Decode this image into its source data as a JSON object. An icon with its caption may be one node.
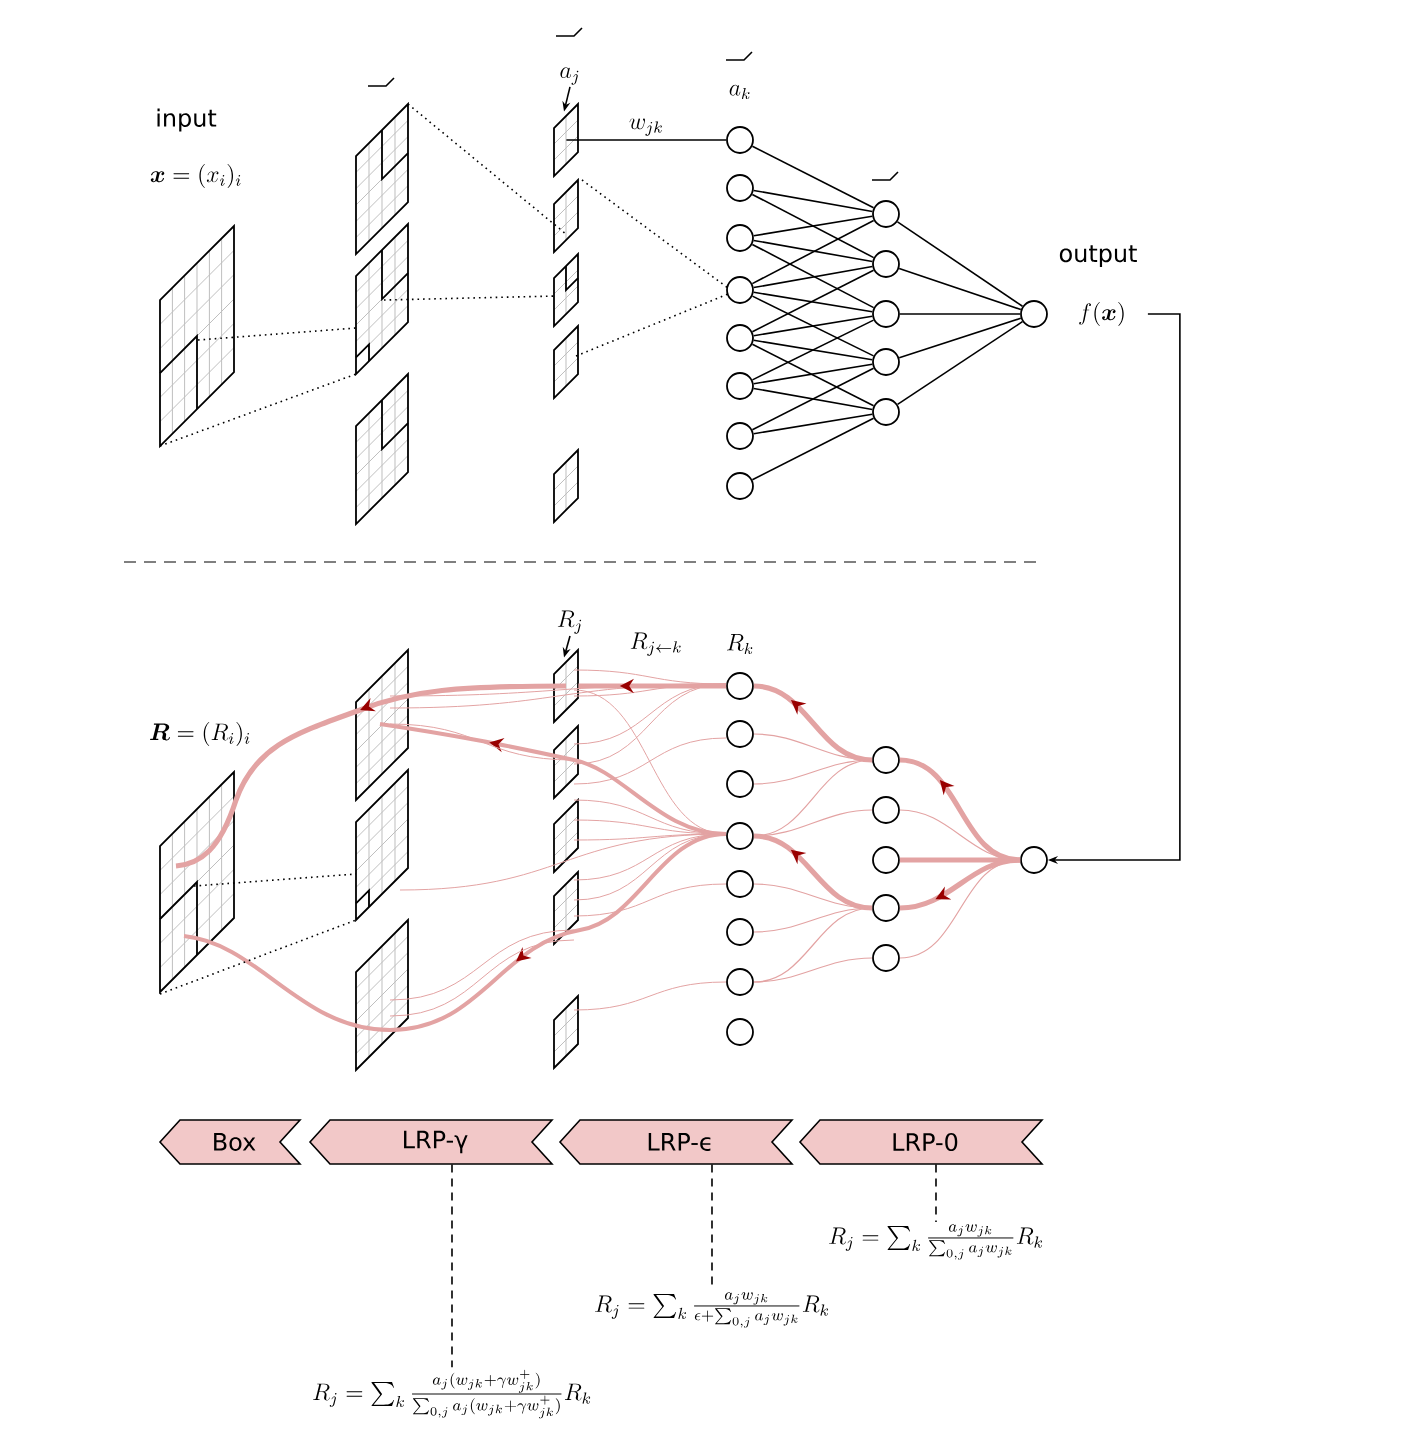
{
  "diagram": {
    "nodes": [
      {
        "text": [
          "a_j"
        ]
      },
      {
        "text": [],
        "shape": "box"
      },
      {
        "text": [],
        "shape": "circle"
      },
      {
        "text": [],
        "shape": "circle"
      },
      {
        "text": [],
        "shape": "circle"
      },
      {
        "text": [],
        "shape": "circle"
      },
      {
        "text": [],
        "shape": "circle"
      },
      {
        "text": [],
        "shape": "circle"
      },
      {
        "text": [],
        "shape": "circle"
      },
      {
        "text": [],
        "shape": "circle"
      },
      {
        "text": [],
        "shape": "circle"
      },
      {
        "text": [],
        "shape": "circle"
      },
      {
        "text": [],
        "shape": "circle"
      },
      {
        "text": [],
        "shape": "circle"
      },
      {
        "text": [],
        "shape": "circle"
      },
      {
        "text": [],
        "shape": "circle",
        "beside": [
          "output",
          "f(\\boldsymbol{x})"
        ]
      },
      {
        "text": [
          "R_j"
        ]
      },
      {
        "text": [],
        "shape": "box"
      },
      {
        "text": [],
        "shape": "circle"
      },
      {
        "text": [],
        "shape": "circle"
      },
      {
        "text": [],
        "shape": "circle"
      },
      {
        "text": [],
        "shape": "circle"
      },
      {
        "text": [],
        "shape": "circle"
      },
      {
        "text": [],
        "shape": "circle"
      },
      {
        "text": [],
        "shape": "circle"
      },
      {
        "text": [],
        "shape": "circle"
      },
      {
        "text": [],
        "shape": "circle"
      },
      {
        "text": [],
        "shape": "circle"
      },
      {
        "text": [],
        "shape": "circle"
      },
      {
        "text": [],
        "shape": "circle"
      },
      {
        "text": [],
        "shape": "circle"
      },
      {
        "text": [],
        "shape": "circle"
      },
      {
        "text": [
          "Box"
        ]
      },
      {
        "text": [
          "LRP-γ"
        ]
      },
      {
        "text": [
          "LRP-ϵ"
        ]
      },
      {
        "text": [
          "LRP-0"
        ]
      },
      {
        "text": [
          "R_j = \\sum_k \\frac{a_j w_{jk}}{\\sum_{0,j} a_j w_{jk}} R_k"
        ]
      },
      {
        "text": [
          "R_j = \\sum_k \\frac{a_j w_{jk}}{\\epsilon + \\sum_{0,j} a_j w_{jk}} R_k"
        ]
      },
      {
        "text": [
          "R_j = \\sum_k \\frac{a_j (w_{jk} + \\gamma w_{jk}^{+})}{\\sum_{0,j} a_j (w_{jk} + \\gamma w_{jk}^{+})} R_k"
        ]
      },
      {
        "text": [],
        "shape": "box"
      },
      {
        "text": [],
        "shape": "box"
      },
      {
        "text": [],
        "shape": "box"
      },
      {
        "text": [],
        "shape": "box"
      },
      {
        "text": [],
        "shape": "box"
      },
      {
        "text": [],
        "shape": "box"
      },
      {
        "text": [],
        "shape": "box"
      },
      {
        "text": [],
        "shape": "box"
      },
      {
        "text": [],
        "shape": "box"
      },
      {
        "text": [],
        "shape": "box"
      },
      {
        "text": [],
        "shape": "box"
      },
      {
        "text": [],
        "shape": "box"
      },
      {
        "text": [],
        "shape": "box"
      },
      {
        "text": [],
        "shape": "box"
      },
      {
        "text": [],
        "shape": "box"
      },
      {
        "text": [],
        "shape": "box"
      }
    ],
    "edges": [
      {
        "from": 0,
        "to": 1,
        "arrow": "to"
      },
      {
        "from": 1,
        "to": 2,
        "arrow": "none",
        "label": "w_{jk}"
      },
      {
        "from": 2,
        "to": 10,
        "arrow": "none"
      },
      {
        "from": 3,
        "to": 10,
        "arrow": "none"
      },
      {
        "from": 3,
        "to": 11,
        "arrow": "none"
      },
      {
        "from": 4,
        "to": 10,
        "arrow": "none"
      },
      {
        "from": 4,
        "to": 11,
        "arrow": "none"
      },
      {
        "from": 4,
        "to": 12,
        "arrow": "none"
      },
      {
        "from": 5,
        "to": 10,
        "arrow": "none"
      },
      {
        "from": 5,
        "to": 11,
        "arrow": "none"
      },
      {
        "from": 5,
        "to": 12,
        "arrow": "none"
      },
      {
        "from": 5,
        "to": 13,
        "arrow": "none"
      },
      {
        "from": 6,
        "to": 11,
        "arrow": "none"
      },
      {
        "from": 6,
        "to": 12,
        "arrow": "none"
      },
      {
        "from": 6,
        "to": 13,
        "arrow": "none"
      },
      {
        "from": 6,
        "to": 14,
        "arrow": "none"
      },
      {
        "from": 7,
        "to": 12,
        "arrow": "none"
      },
      {
        "from": 7,
        "to": 13,
        "arrow": "none"
      },
      {
        "from": 7,
        "to": 14,
        "arrow": "none"
      },
      {
        "from": 8,
        "to": 13,
        "arrow": "none"
      },
      {
        "from": 8,
        "to": 14,
        "arrow": "none"
      },
      {
        "from": 9,
        "to": 14,
        "arrow": "none"
      },
      {
        "from": 10,
        "to": 15,
        "arrow": "none"
      },
      {
        "from": 11,
        "to": 15,
        "arrow": "none"
      },
      {
        "from": 12,
        "to": 15,
        "arrow": "none"
      },
      {
        "from": 13,
        "to": 15,
        "arrow": "none"
      },
      {
        "from": 14,
        "to": 15,
        "arrow": "none"
      },
      {
        "from": 15,
        "to": 31,
        "arrow": "to"
      },
      {
        "from": 16,
        "to": 17,
        "arrow": "to"
      },
      {
        "from": 18,
        "to": 17,
        "arrow": "to",
        "style": "thick",
        "color": "#e3a3a3"
      },
      {
        "from": 31,
        "to": 26,
        "arrow": "to",
        "style": "thick",
        "color": "#e3a3a3"
      },
      {
        "from": 31,
        "to": 27,
        "arrow": "none",
        "color": "#e3a3a3"
      },
      {
        "from": 31,
        "to": 28,
        "arrow": "none",
        "style": "thick",
        "color": "#e3a3a3"
      },
      {
        "from": 31,
        "to": 29,
        "arrow": "to",
        "style": "thick",
        "color": "#e3a3a3"
      },
      {
        "from": 31,
        "to": 30,
        "arrow": "none",
        "color": "#e3a3a3"
      },
      {
        "from": 26,
        "to": 18,
        "arrow": "to",
        "style": "thick",
        "color": "#e3a3a3"
      },
      {
        "from": 26,
        "to": 19,
        "arrow": "none",
        "color": "#e3a3a3"
      },
      {
        "from": 26,
        "to": 20,
        "arrow": "none",
        "color": "#e3a3a3"
      },
      {
        "from": 26,
        "to": 21,
        "arrow": "none",
        "color": "#e3a3a3"
      },
      {
        "from": 27,
        "to": 21,
        "arrow": "none",
        "color": "#e3a3a3"
      },
      {
        "from": 29,
        "to": 21,
        "arrow": "to",
        "style": "thick",
        "color": "#e3a3a3"
      },
      {
        "from": 29,
        "to": 22,
        "arrow": "none",
        "color": "#e3a3a3"
      },
      {
        "from": 29,
        "to": 23,
        "arrow": "none",
        "color": "#e3a3a3"
      },
      {
        "from": 29,
        "to": 24,
        "arrow": "none",
        "color": "#e3a3a3"
      },
      {
        "from": 30,
        "to": 24,
        "arrow": "none",
        "color": "#e3a3a3"
      },
      {
        "from": 35,
        "to": 36,
        "arrow": "none",
        "style": "dashed"
      },
      {
        "from": 34,
        "to": 37,
        "arrow": "none",
        "style": "dashed"
      },
      {
        "from": 33,
        "to": 38,
        "arrow": "none",
        "style": "dashed"
      },
      {
        "from": 39,
        "to": 41,
        "arrow": "none",
        "style": "dashed"
      },
      {
        "from": 39,
        "to": 41,
        "arrow": "none",
        "style": "dashed"
      },
      {
        "from": 40,
        "to": 43,
        "arrow": "none",
        "style": "dashed"
      },
      {
        "from": 41,
        "to": 44,
        "arrow": "none",
        "style": "dashed"
      },
      {
        "from": 43,
        "to": 5,
        "arrow": "none",
        "style": "dashed"
      },
      {
        "from": 45,
        "to": 5,
        "arrow": "none",
        "style": "dashed"
      },
      {
        "from": 47,
        "to": 49,
        "arrow": "none",
        "style": "dashed"
      },
      {
        "from": 47,
        "to": 49,
        "arrow": "none",
        "style": "dashed"
      }
    ],
    "labels": [
      "input",
      "\\boldsymbol{x} = (x_i)_i",
      "a_k",
      "R_{j\\leftarrow k}",
      "R_k",
      "\\boldsymbol{R} = (R_i)_i"
    ]
  }
}
